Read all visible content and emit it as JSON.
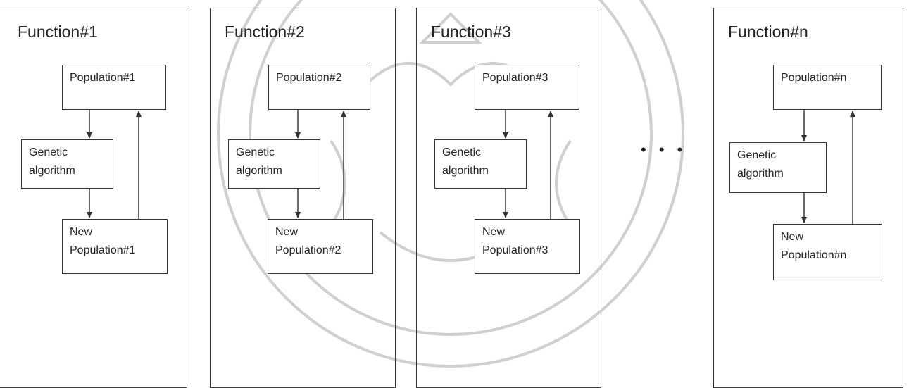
{
  "watermark": {
    "icon": "university-seal-watermark-icon",
    "color": "#c8c8c8"
  },
  "panels": [
    {
      "title": "Function#1",
      "population": "Population#1",
      "ga": [
        "Genetic",
        "algorithm"
      ],
      "new_population": [
        "New",
        "Population#1"
      ]
    },
    {
      "title": "Function#2",
      "population": "Population#2",
      "ga": [
        "Genetic",
        "algorithm"
      ],
      "new_population": [
        "New",
        "Population#2"
      ]
    },
    {
      "title": "Function#3",
      "population": "Population#3",
      "ga": [
        "Genetic",
        "algorithm"
      ],
      "new_population": [
        "New",
        "Population#3"
      ]
    },
    {
      "title": "Function#n",
      "population": "Population#n",
      "ga": [
        "Genetic",
        "algorithm"
      ],
      "new_population": [
        "New",
        "Population#n"
      ]
    }
  ],
  "ellipsis": "• • •"
}
